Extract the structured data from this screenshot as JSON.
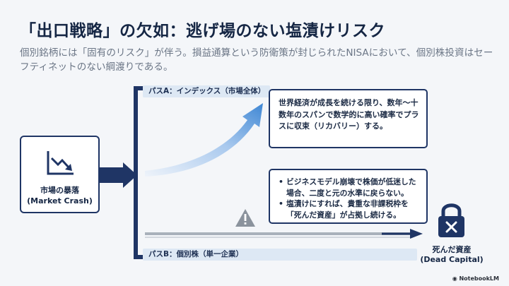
{
  "title": "「出口戦略」の欠如：逃げ場のない塩漬けリスク",
  "subtitle": "個別銘柄には「固有のリスク」が伴う。損益通算という防衛策が封じられたNISAにおいて、個別株投資はセーフティネットのない綱渡りである。",
  "market": {
    "label_line1": "市場の暴落",
    "label_line2": "(Market Crash)",
    "icon": "downtrend-chart-icon"
  },
  "path_a": {
    "label": "パスA：インデックス（市場全体）",
    "description": "世界経済が成長を続ける限り、数年〜十数年のスパンで数学的に高い確率でプラスに収束（リカバリー）する。"
  },
  "path_b": {
    "label": "パスB：個別株（単一企業）",
    "bullets": [
      "ビジネスモデル崩壊で株価が低迷した場合、二度と元の水準に戻らない。",
      "塩漬けにすれば、貴重な非課税枠を「死んだ資産」が占拠し続ける。"
    ],
    "warning_icon": "warning-icon"
  },
  "dead_capital": {
    "label_line1": "死んだ資産",
    "label_line2": "(Dead Capital)",
    "icon": "locked-padlock-icon"
  },
  "footer": "NotebookLM",
  "colors": {
    "navy": "#1f3565",
    "light_blue_band": "#dde8f4",
    "arrow_gradient_start": "#e3ecf7",
    "arrow_gradient_end": "#4a8fd6",
    "gray_line": "#a9b1bb"
  }
}
